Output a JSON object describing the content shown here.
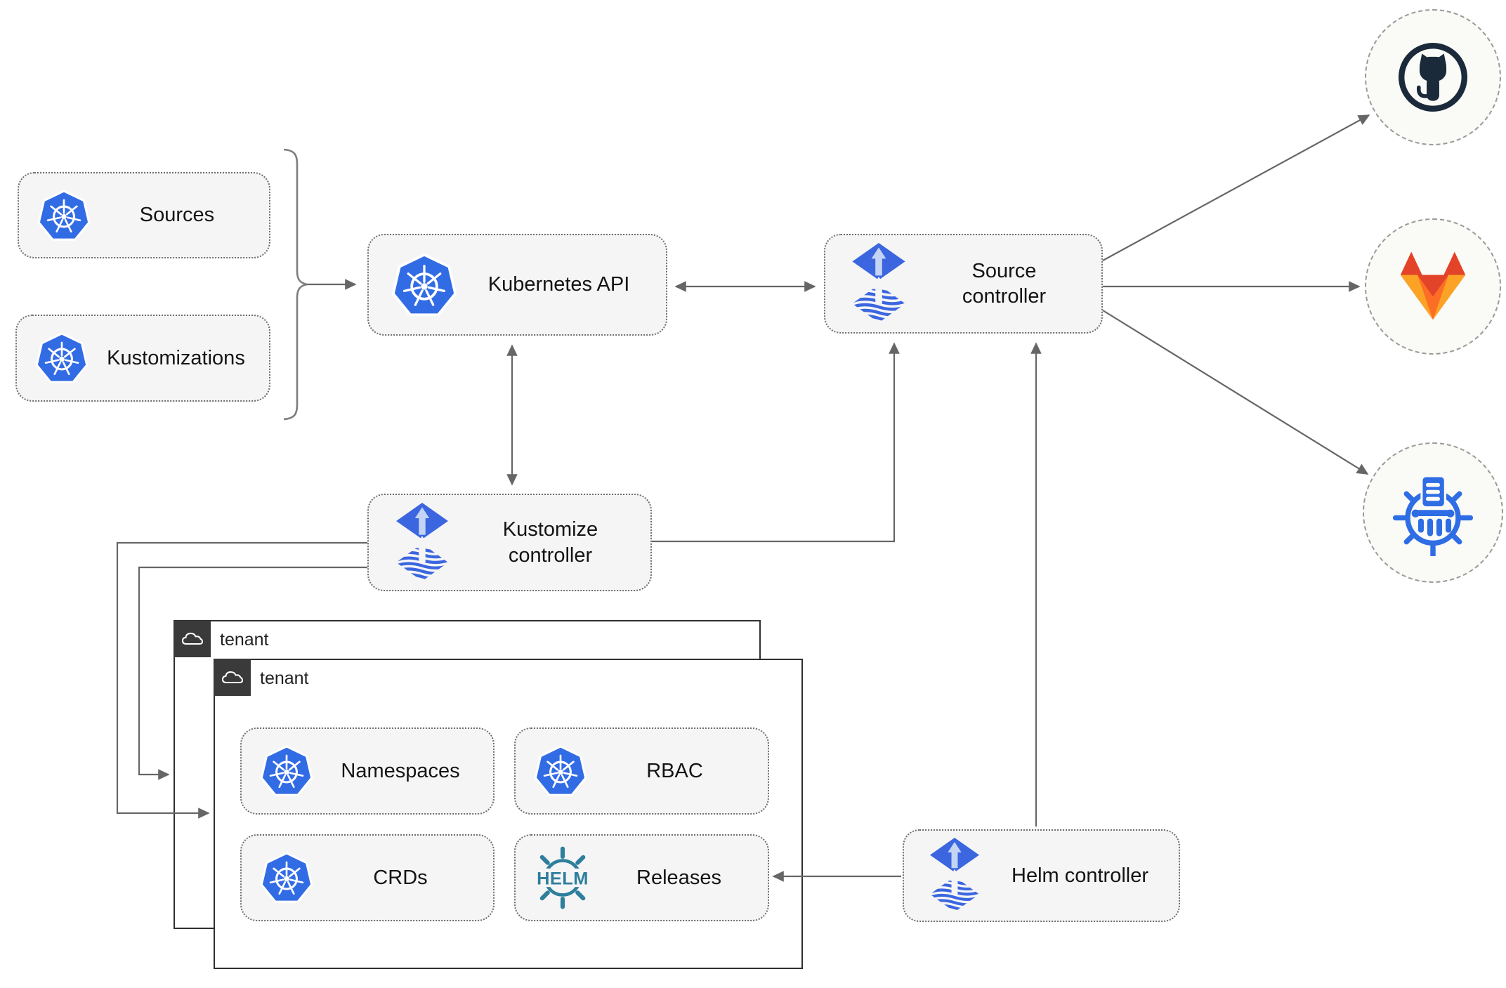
{
  "nodes": {
    "sources": "Sources",
    "kustomizations": "Kustomizations",
    "kubernetes_api": "Kubernetes API",
    "source_controller": "Source controller",
    "kustomize_controller": "Kustomize controller",
    "helm_controller": "Helm controller",
    "namespaces": "Namespaces",
    "rbac": "RBAC",
    "crds": "CRDs",
    "releases": "Releases"
  },
  "tenants": {
    "back_label": "tenant",
    "front_label": "tenant"
  },
  "icons": {
    "kubernetes": "kubernetes-wheel-icon",
    "flux": "flux-arrow-diamond-icon",
    "helm": "helm-wheel-icon",
    "helm_wordmark": "HELM",
    "github": "github-octocat-icon",
    "gitlab": "gitlab-fox-icon",
    "chartmuseum": "chartmuseum-wheel-icon",
    "cloud": "cloud-icon"
  },
  "edges": [
    {
      "from": "sources+kustomizations",
      "to": "kubernetes_api",
      "style": "brace-arrow"
    },
    {
      "from": "kubernetes_api",
      "to": "source_controller",
      "style": "double-arrow"
    },
    {
      "from": "kubernetes_api",
      "to": "kustomize_controller",
      "style": "double-arrow"
    },
    {
      "from": "kustomize_controller",
      "to": "source_controller",
      "style": "arrow"
    },
    {
      "from": "helm_controller",
      "to": "source_controller",
      "style": "arrow"
    },
    {
      "from": "kustomize_controller",
      "to": "tenant_front",
      "style": "arrow"
    },
    {
      "from": "kustomize_controller",
      "to": "tenant_back",
      "style": "arrow"
    },
    {
      "from": "helm_controller",
      "to": "releases",
      "style": "arrow"
    },
    {
      "from": "source_controller",
      "to": "github",
      "style": "arrow"
    },
    {
      "from": "source_controller",
      "to": "gitlab",
      "style": "arrow"
    },
    {
      "from": "source_controller",
      "to": "chartmuseum",
      "style": "arrow"
    }
  ],
  "colors": {
    "k8s_blue": "#326CE5",
    "flux_blue": "#3B66E0",
    "flux_arrow_light": "#C3D4F4",
    "helm_teal": "#2E7E9D",
    "chartmuseum_blue": "#2F6DE5",
    "github_dark": "#1B2A3A",
    "gitlab_red": "#E24329",
    "gitlab_orange": "#FC6D26",
    "gitlab_yellow": "#FCA326",
    "box_fill": "#F5F5F5",
    "box_border": "#6E6E6E",
    "circle_fill": "#FAFAF6",
    "tenant_border": "#2F2F2F",
    "tenant_header_bg": "#3A3A3A",
    "connector": "#666666",
    "label_color": "#141414"
  }
}
